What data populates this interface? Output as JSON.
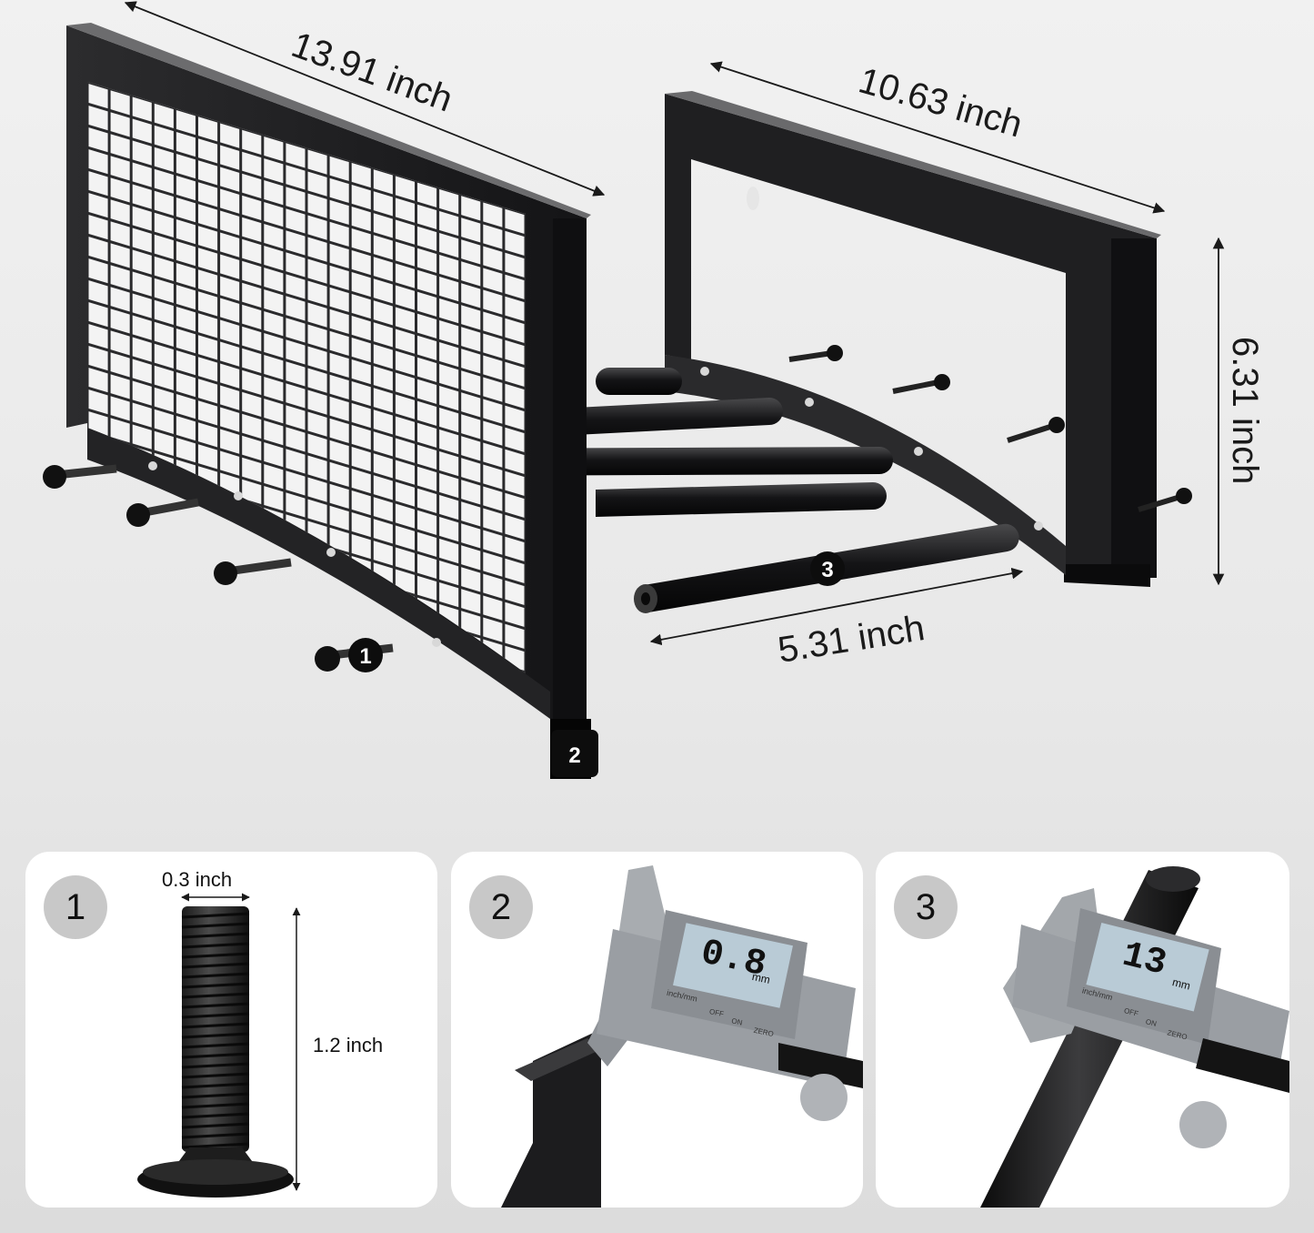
{
  "dimensions": {
    "front_width": "13.91 inch",
    "back_width": "10.63 inch",
    "height": "6.31 inch",
    "rod_length": "5.31 inch"
  },
  "callouts": {
    "screw": "1",
    "foot": "2",
    "rod": "3"
  },
  "cards": [
    {
      "number": "1",
      "top_label": "0.3 inch",
      "side_label": "1.2 inch"
    },
    {
      "number": "2",
      "lcd_value": "0.8",
      "lcd_unit": "mm",
      "mode_label": "inch/mm",
      "buttons": [
        "OFF",
        "ON",
        "ZERO"
      ]
    },
    {
      "number": "3",
      "lcd_value": "13",
      "lcd_unit": "mm",
      "mode_label": "inch/mm",
      "buttons": [
        "OFF",
        "ON",
        "ZERO"
      ]
    }
  ],
  "colors": {
    "frame": "#1c1c1e",
    "background": "#ececec",
    "card": "#ffffff",
    "badge": "#0d0d0d",
    "number_circle": "#c8c8c8",
    "lcd": "#b9cbd6",
    "caliper": "#9a9ea3"
  }
}
